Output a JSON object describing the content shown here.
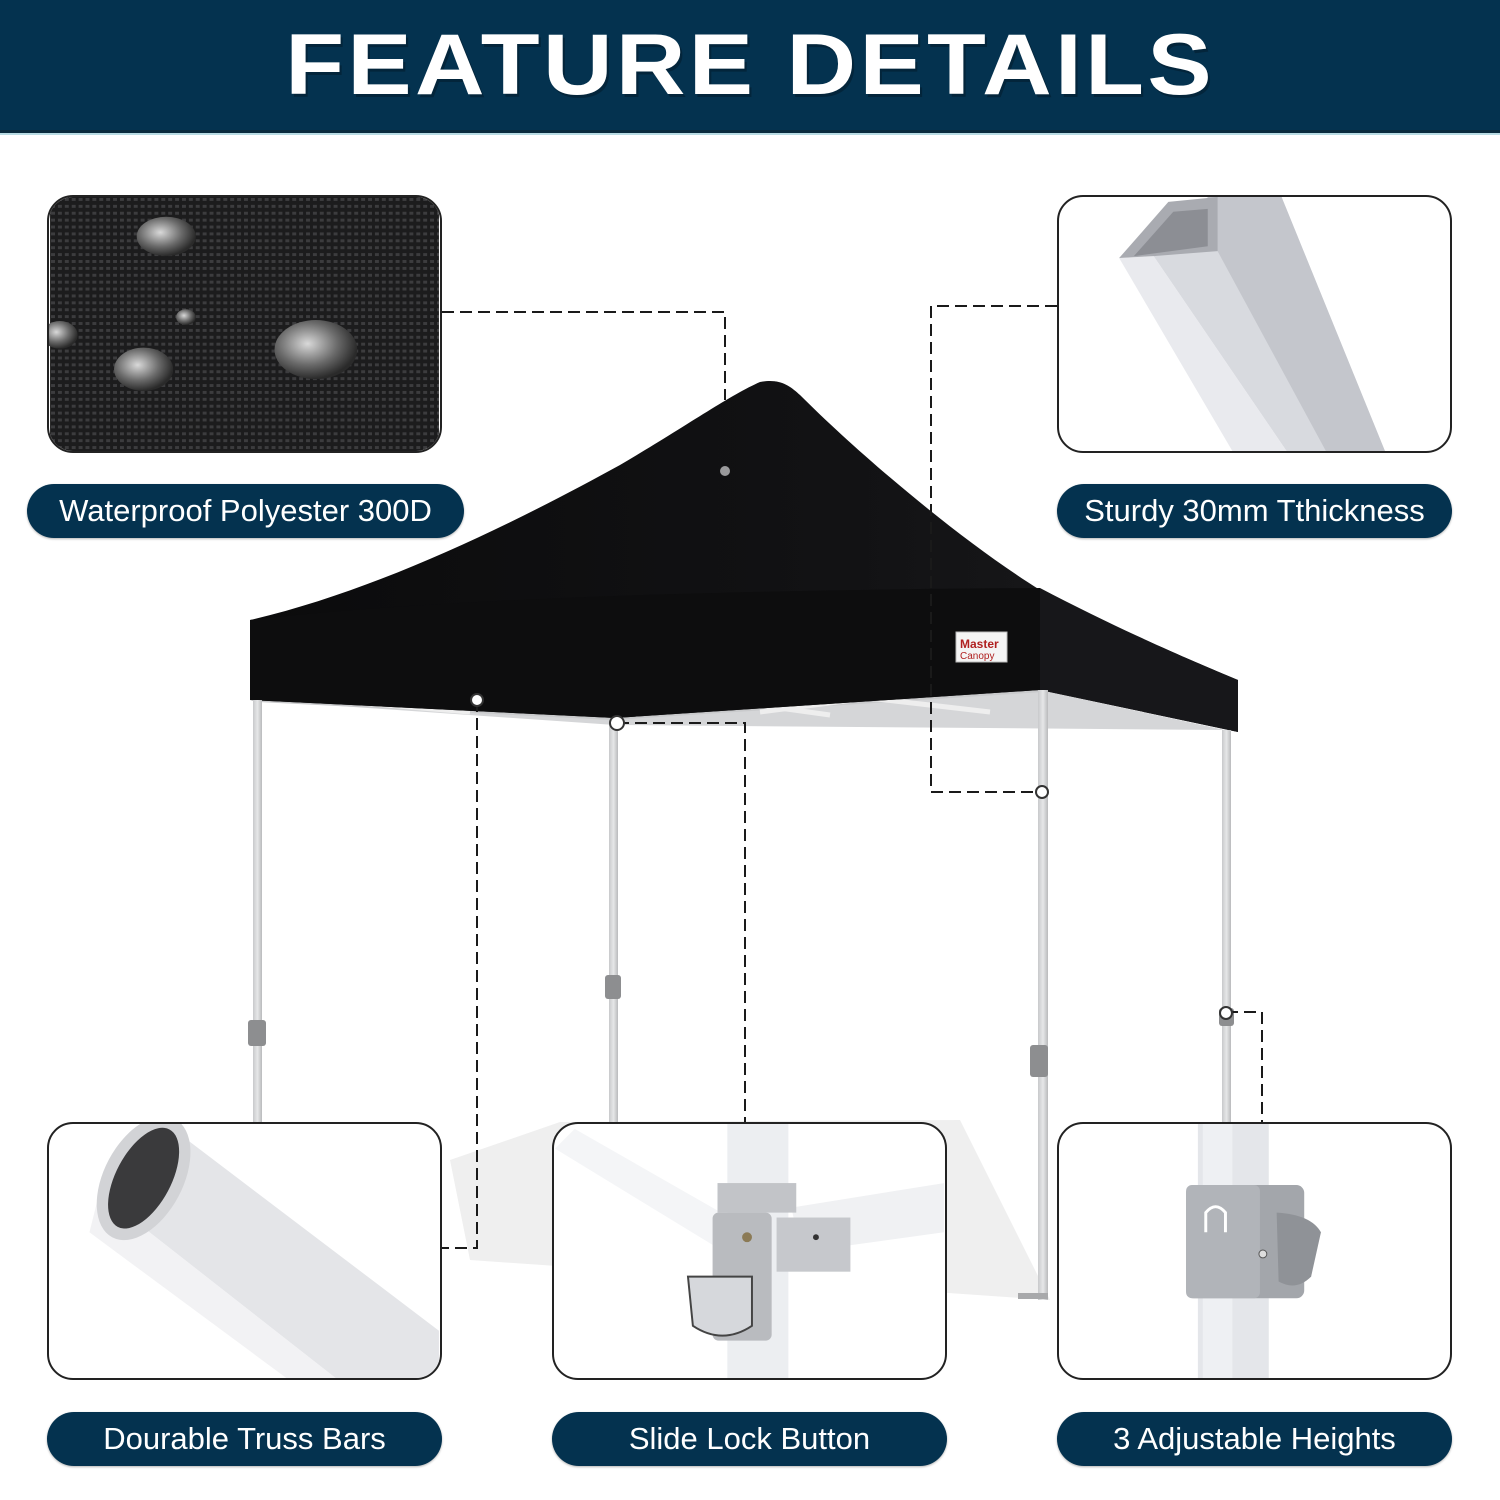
{
  "header": {
    "title": "FEATURE DETAILS",
    "background_color": "#04324f",
    "text_color": "#ffffff"
  },
  "product": {
    "name": "Pop-up canopy tent",
    "canopy_color": "#0f0f10",
    "frame_color": "#d9dadc",
    "brand_tag": {
      "line1": "Master",
      "line2": "Canopy"
    }
  },
  "features": [
    {
      "id": "fabric",
      "label": "Waterproof Polyester 300D",
      "image": "water-droplets-on-fabric"
    },
    {
      "id": "thickness",
      "label": "Sturdy 30mm Tthickness",
      "image": "square-steel-tube"
    },
    {
      "id": "truss",
      "label": "Dourable Truss Bars",
      "image": "oval-truss-tube"
    },
    {
      "id": "lock",
      "label": "Slide Lock Button",
      "image": "corner-slide-lock-bracket"
    },
    {
      "id": "heights",
      "label": "3 Adjustable Heights",
      "image": "leg-height-adjust-button"
    }
  ],
  "style": {
    "label_bg": "#04324f",
    "label_text": "#ffffff",
    "panel_border": "#222222",
    "connector_style": "dashed"
  }
}
